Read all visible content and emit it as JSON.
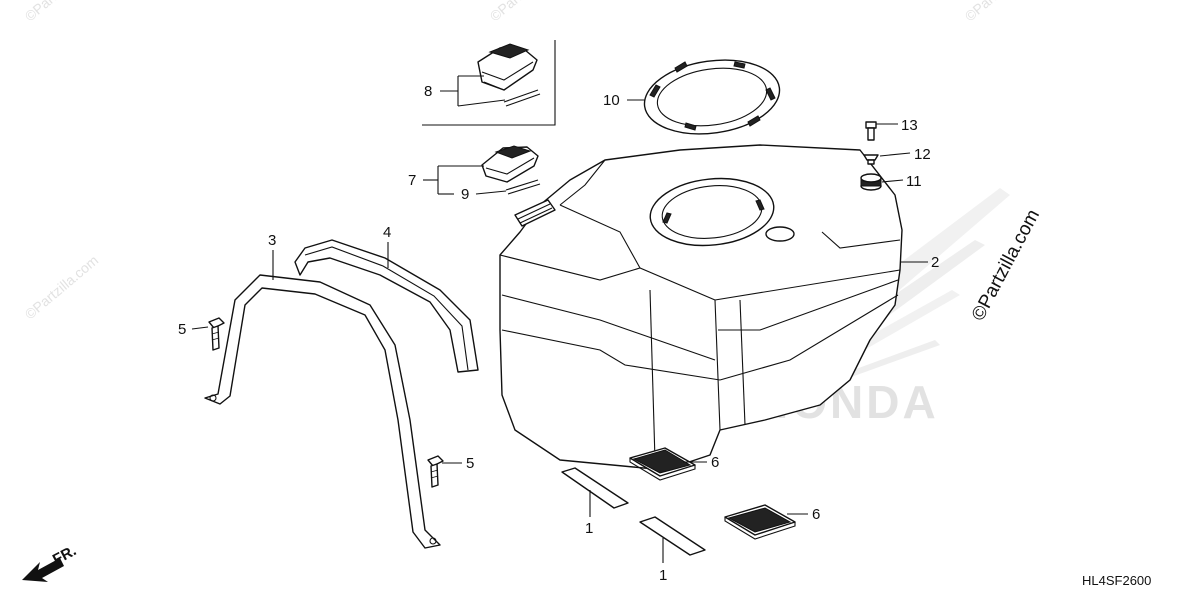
{
  "diagram_code": "HL4SF2600",
  "watermark_brand": "©Partzilla.com",
  "watermark_logo": "HONDA",
  "direction_label": "FR.",
  "callouts": [
    {
      "id": "1a",
      "label": "1"
    },
    {
      "id": "1b",
      "label": "1"
    },
    {
      "id": "2",
      "label": "2"
    },
    {
      "id": "3",
      "label": "3"
    },
    {
      "id": "4",
      "label": "4"
    },
    {
      "id": "5a",
      "label": "5"
    },
    {
      "id": "5b",
      "label": "5"
    },
    {
      "id": "6a",
      "label": "6"
    },
    {
      "id": "6b",
      "label": "6"
    },
    {
      "id": "7",
      "label": "7"
    },
    {
      "id": "8",
      "label": "8"
    },
    {
      "id": "9",
      "label": "9"
    },
    {
      "id": "10",
      "label": "10"
    },
    {
      "id": "11",
      "label": "11"
    },
    {
      "id": "12",
      "label": "12"
    },
    {
      "id": "13",
      "label": "13"
    }
  ],
  "colors": {
    "line": "#111111",
    "watermark": "#e2e2e2",
    "background": "#ffffff"
  }
}
